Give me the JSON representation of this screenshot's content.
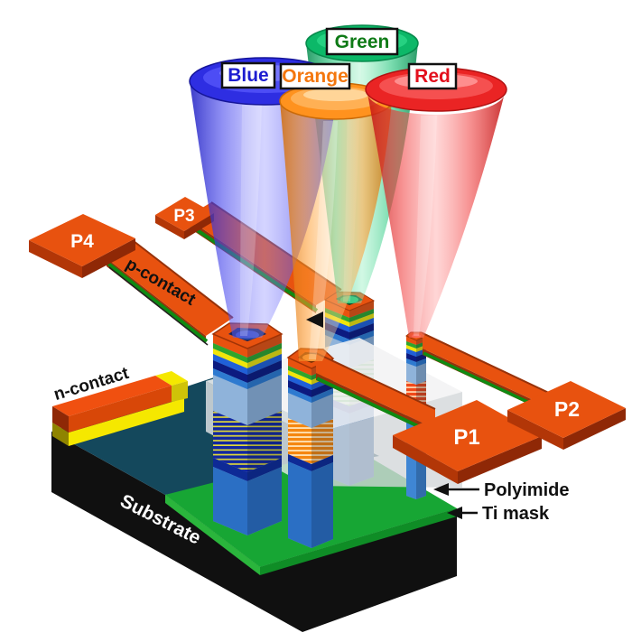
{
  "figure": {
    "emission_labels": [
      {
        "id": "blue",
        "text": "Blue",
        "color": "#1d1dd0"
      },
      {
        "id": "orange",
        "text": "Orange",
        "color": "#f4770e"
      },
      {
        "id": "green",
        "text": "Green",
        "color": "#0e7a16"
      },
      {
        "id": "red",
        "text": "Red",
        "color": "#e3101d"
      }
    ],
    "pads": {
      "p1": "P1",
      "p2": "P2",
      "p3": "P3",
      "p4": "P4"
    },
    "contacts": {
      "p_contact": "p-contact",
      "n_contact": "n-contact"
    },
    "structure": {
      "substrate": "Substrate",
      "polyimide": "Polyimide",
      "ti_mask": "Ti mask"
    },
    "colors": {
      "contact_metal": "#e8520f",
      "contact_metal_dark": "#96320a",
      "n_contact_underlayer_yellow": "#f5e800",
      "ti_mask_green": "#17a634",
      "mesa_teal": "#14485c",
      "substrate_black": "#101010",
      "polyimide_gray": "#e9ebec",
      "pillar_body_blue": "#8fb3da",
      "quantum_well_navy": "#1227a0",
      "quantum_well_yellow": "#e0d83a",
      "cone_blue": "#2e2ee2",
      "cone_orange": "#ff921e",
      "cone_green": "#0cb868",
      "cone_red": "#ea2424"
    }
  }
}
